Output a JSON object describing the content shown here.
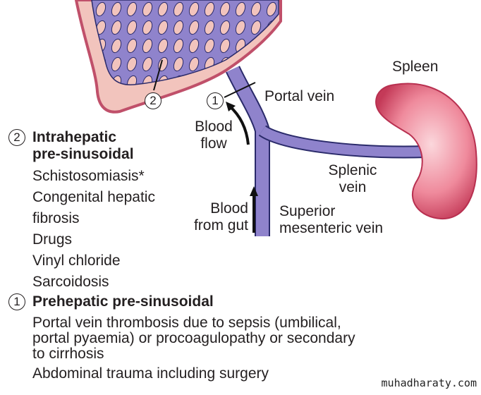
{
  "labels": {
    "spleen": "Spleen",
    "portal_vein": "Portal vein",
    "blood_flow": [
      "Blood",
      "flow"
    ],
    "splenic_vein": [
      "Splenic",
      "vein"
    ],
    "blood_from_gut": [
      "Blood",
      "from gut"
    ],
    "superior_mesenteric_vein": [
      "Superior",
      "mesenteric vein"
    ],
    "marker_1": "1",
    "marker_2": "2"
  },
  "intrahepatic": {
    "number": "2",
    "title": [
      "Intrahepatic",
      "pre-sinusoidal"
    ],
    "items": [
      "Schistosomiasis*",
      "Congenital hepatic",
      "fibrosis",
      "Drugs",
      "Vinyl chloride",
      "Sarcoidosis"
    ]
  },
  "prehepatic": {
    "number": "1",
    "title": "Prehepatic pre-sinusoidal",
    "items": [
      "Portal vein thrombosis due to sepsis (umbilical,",
      "portal pyaemia) or procoagulopathy or secondary",
      "to cirrhosis",
      "Abdominal trauma including surgery"
    ]
  },
  "watermark": "muhadharaty.com",
  "colors": {
    "liver": "#f2c4bd",
    "liver_edge": "#c0506a",
    "vein": "#8f83cc",
    "vein_edge": "#2a2a6a",
    "spleen": "#e8607a"
  }
}
